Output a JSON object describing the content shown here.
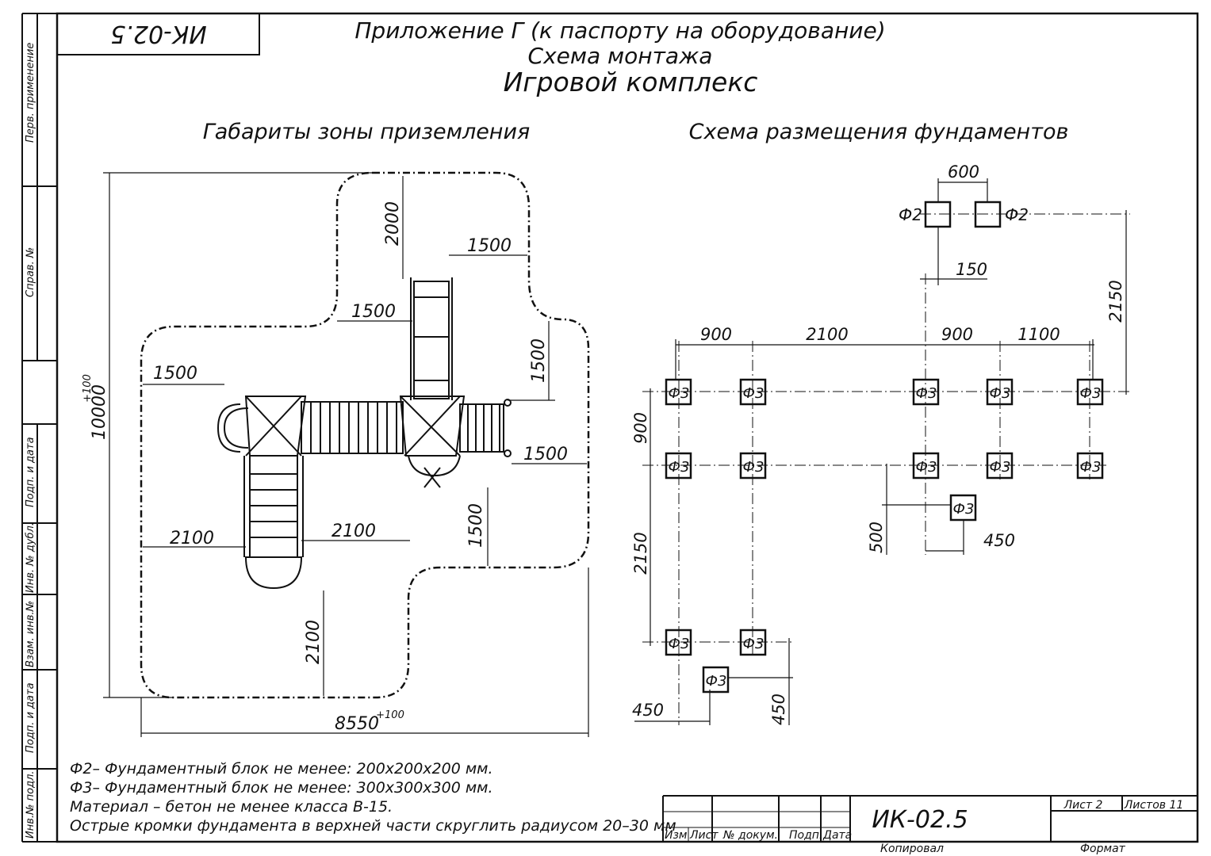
{
  "stamp": {
    "code_rotated": "ИК-02.5"
  },
  "header": {
    "line1": "Приложение Г (к паспорту на оборудование)",
    "line2": "Схема монтажа",
    "line3": "Игровой комплекс"
  },
  "left_section": {
    "title": "Габариты зоны приземления",
    "dims": {
      "total_height": "10000",
      "total_height_tol": "+100",
      "total_width": "8550",
      "total_width_tol": "+100",
      "top_2000": "2000",
      "top_1500_right": "1500",
      "mid_1500_left": "1500",
      "right_1500_vert": "1500",
      "left_1500": "1500",
      "right_1500_h": "1500",
      "right_1500_vert2": "1500",
      "left_2100": "2100",
      "mid_2100": "2100",
      "bottom_2100": "2100"
    }
  },
  "right_section": {
    "title": "Схема размещения фундаментов",
    "f2_label": "Ф2",
    "f3_label": "Ф3",
    "dims": {
      "d600": "600",
      "d150": "150",
      "d2150_right": "2150",
      "d900a": "900",
      "d2100": "2100",
      "d900b": "900",
      "d1100": "1100",
      "d900_left": "900",
      "d2150_left": "2150",
      "d500": "500",
      "d450_mid": "450",
      "d450_bottom": "450",
      "d450_bottom_vert": "450"
    }
  },
  "notes": [
    "Ф2– Фундаментный блок не менее: 200х200х200 мм.",
    "Ф3– Фундаментный блок не менее: 300х300х300 мм.",
    "Материал – бетон не менее класса В-15.",
    "Острые кромки фундамента в верхней части скруглить радиусом 20–30 мм"
  ],
  "side_frame": [
    "Перв. применение",
    "Справ. №",
    "Подп. и дата",
    "Инв. № дубл.",
    "Взам. инв.№",
    "Подп. и дата",
    "Инв.№ подл."
  ],
  "title_block": {
    "code": "ИК-02.5",
    "headers": [
      "Изм",
      "Лист",
      "№ докум.",
      "Подп.",
      "Дата"
    ],
    "sheet_label": "Лист 2",
    "sheets_label": "Листов 11",
    "copied": "Копировал",
    "format": "Формат"
  }
}
